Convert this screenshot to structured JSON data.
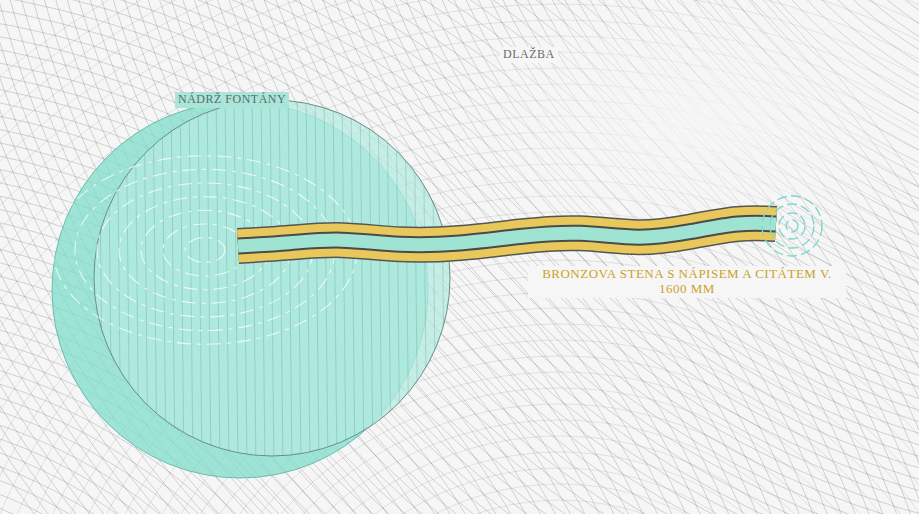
{
  "diagram": {
    "labels": [
      "DLAŽBA",
      "NÁDRŽ FONTÁNY",
      "BRONZOVA STENA S NÁPISEM A CITÁTEM V. 1600 MM"
    ]
  }
}
